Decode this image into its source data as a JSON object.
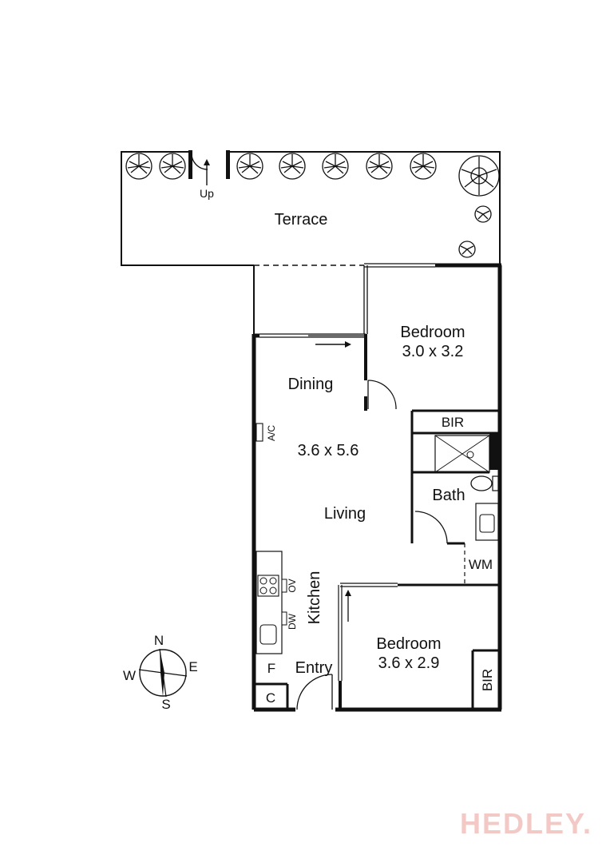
{
  "plan": {
    "rooms": {
      "terrace": "Terrace",
      "up": "Up",
      "bedroom1": "Bedroom",
      "bedroom1_size": "3.0 x 3.2",
      "bir1": "BIR",
      "dining": "Dining",
      "ac": "A/C",
      "living_size": "3.6 x 5.6",
      "living": "Living",
      "bath": "Bath",
      "wm": "WM",
      "ov": "OV",
      "dw": "DW",
      "kitchen": "Kitchen",
      "bedroom2": "Bedroom",
      "bedroom2_size": "3.6 x 2.9",
      "bir2": "BIR",
      "fridge": "F",
      "entry": "Entry",
      "cupboard": "C"
    },
    "compass": {
      "n": "N",
      "s": "S",
      "e": "E",
      "w": "W"
    }
  },
  "brand": {
    "name": "HEDLEY",
    "color": "#f3c9c6"
  }
}
